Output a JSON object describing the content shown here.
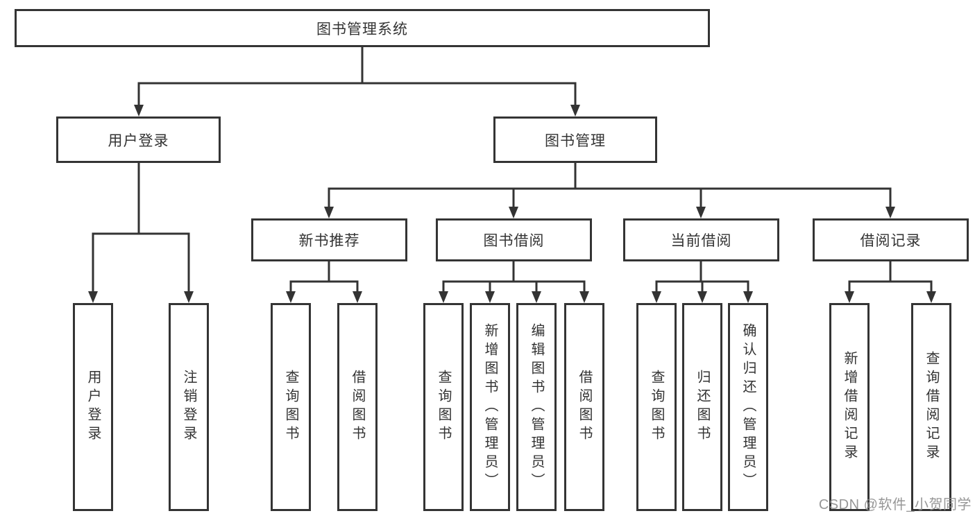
{
  "diagram": {
    "root": {
      "label": "图书管理系统"
    },
    "user_login": {
      "label": "用户登录",
      "children": [
        "用户登录",
        "注销登录"
      ]
    },
    "book_mgmt": {
      "label": "图书管理",
      "sections": [
        {
          "label": "新书推荐",
          "children": [
            "查询图书",
            "借阅图书"
          ]
        },
        {
          "label": "图书借阅",
          "children": [
            "查询图书",
            "新增图书（管理员）",
            "编辑图书（管理员）",
            "借阅图书"
          ]
        },
        {
          "label": "当前借阅",
          "children": [
            "查询图书",
            "归还图书",
            "确认归还（管理员）"
          ]
        },
        {
          "label": "借阅记录",
          "children": [
            "新增借阅记录",
            "查询借阅记录"
          ]
        }
      ]
    }
  },
  "colors": {
    "line": "#333333",
    "border": "#343434",
    "text": "#333333",
    "watermark": "#8c8c8c",
    "background": "#ffffff"
  },
  "watermark": "CSDN @软件_小贺同学"
}
